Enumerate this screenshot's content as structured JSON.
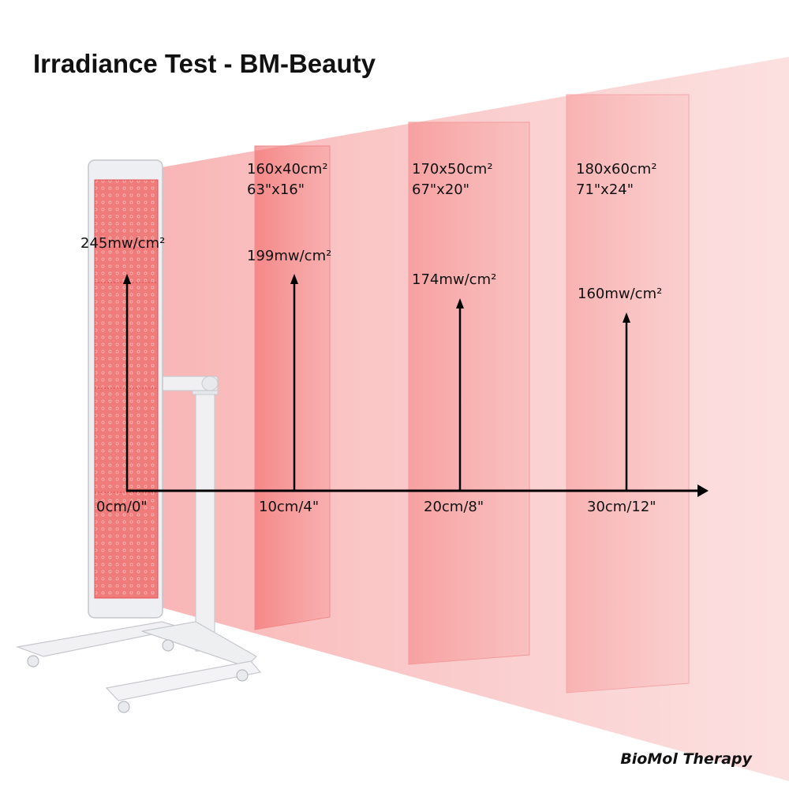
{
  "title": "Irradiance Test - BM-Beauty",
  "brand": "BioMol Therapy",
  "origin": {
    "distance_label": "0cm/0\"",
    "irradiance_label": "245mw/cm²"
  },
  "measurements": [
    {
      "distance_label": "10cm/4\"",
      "irradiance_label": "199mw/cm²",
      "area_metric": "160x40cm²",
      "area_imperial": "63\"x16\""
    },
    {
      "distance_label": "20cm/8\"",
      "irradiance_label": "174mw/cm²",
      "area_metric": "170x50cm²",
      "area_imperial": "67\"x20\""
    },
    {
      "distance_label": "30cm/12\"",
      "irradiance_label": "160mw/cm²",
      "area_metric": "180x60cm²",
      "area_imperial": "71\"x24\""
    }
  ],
  "colors": {
    "light_beam": "#f45b5b",
    "panel_red": "#f26b6b",
    "frame": "#eeeff2",
    "axis": "#000000"
  }
}
